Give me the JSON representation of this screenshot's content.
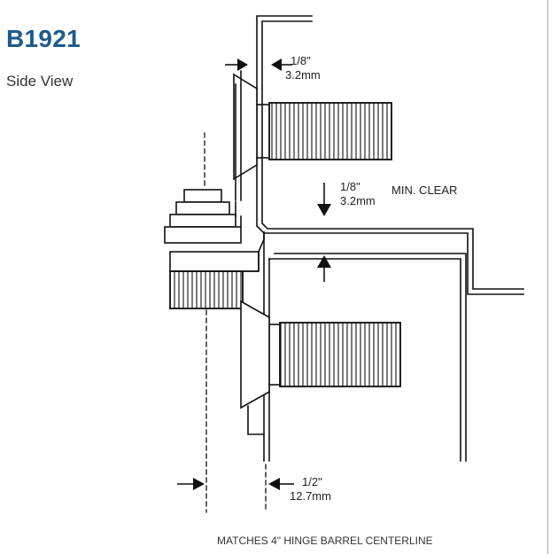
{
  "header": {
    "title": "B1921",
    "subtitle": "Side View"
  },
  "dimensions": {
    "top_gap": {
      "inch": "1/8\"",
      "mm": "3.2mm"
    },
    "clearance": {
      "inch": "1/8\"",
      "mm": "3.2mm",
      "note": "MIN. CLEAR"
    },
    "offset": {
      "inch": "1/2\"",
      "mm": "12.7mm"
    }
  },
  "caption": "MATCHES 4\" HINGE BARREL CENTERLINE",
  "colors": {
    "title": "#1d5a8c",
    "line": "#111111",
    "frame": "#9aa6b8"
  }
}
